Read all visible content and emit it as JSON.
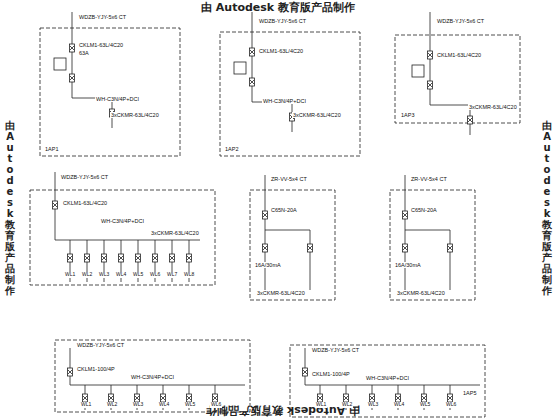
{
  "diagram": {
    "labels": [
      "由 Autodesk 教育版产品制作",
      "由 Autodesk 教育版产品制作",
      "由 Autodesk 教育版产品制作",
      "由 Autodesk 教育版产品制作",
      "WDZB-YJY-5x6 CT",
      "CKLM1-63L/4C20",
      "63A",
      "WH-C3N/4P+DCI",
      "3xCKMR-63L/4C20",
      "1AP1",
      "WDZB-YJY-5x6 CT",
      "CKLM1-63L/4C20",
      "WH-C3N/4P+DCI",
      "3xCKMR-63L/4C20",
      "1AP2",
      "WDZB-YJY-5x6 CT",
      "CKLM1-63L/4C20",
      "3xCKMR-63L/4C20",
      "1AP3",
      "WDZB-YJY-5x6 CT",
      "CKLM1-63L/4C20",
      "WH-C3N/4P+DCI",
      "3xCKMR-63L/4C20",
      "WL1",
      "WL2",
      "WL3",
      "WL4",
      "WL5",
      "WL6",
      "WL7",
      "WL8",
      "ZR-VV-5x4 CT",
      "C65N-20A",
      "16A/30mA",
      "3xCKMR-63L/4C20",
      "ZR-VV-5x4 CT",
      "C65N-20A",
      "16A/30mA",
      "3xCKMR-63L/4C20",
      "WDZB-YJY-5x6 CT",
      "CKLM1-100/4P",
      "WH-C3N/4P+DCI",
      "WL1",
      "WL2",
      "WL3",
      "WL4",
      "WL5",
      "WL6",
      "WDZB-YJY-5x6 CT",
      "CKLM1-100/4P",
      "WH-C3N/4P+DCI",
      "WL1",
      "WL2",
      "WL3",
      "WL4",
      "WL5",
      "WL6",
      "1AP5"
    ]
  }
}
